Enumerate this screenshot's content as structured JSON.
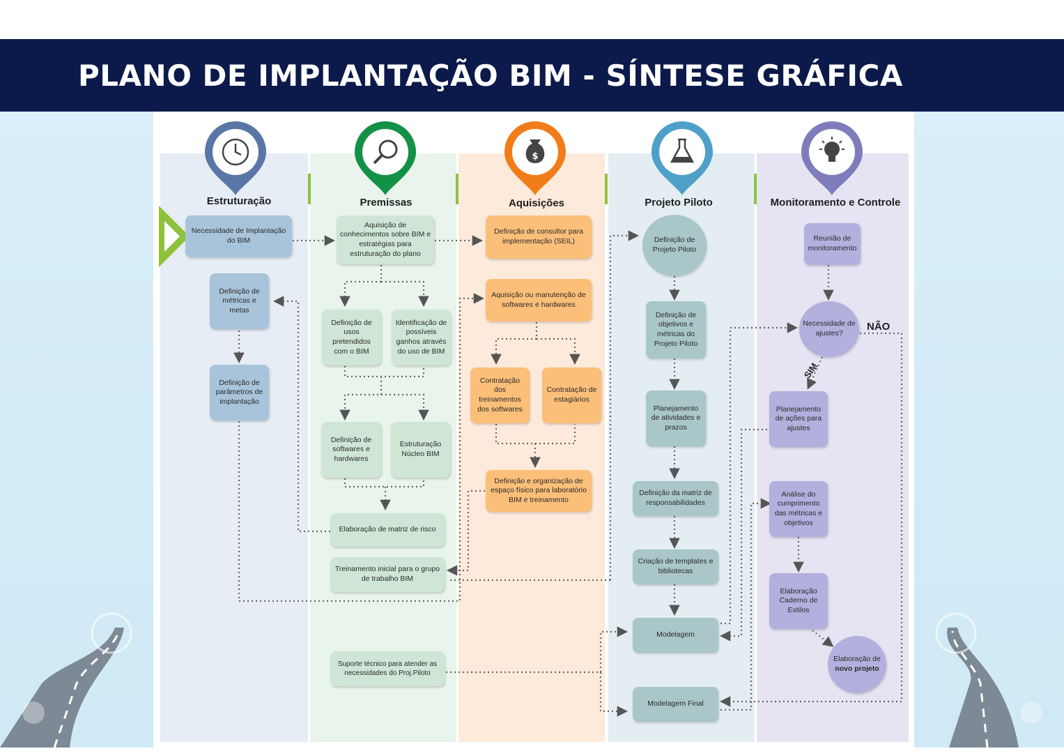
{
  "title": "PLANO DE IMPLANTAÇÃO BIM - SÍNTESE GRÁFICA",
  "colors": {
    "header": "#0b1a4a",
    "estruturacao": "#5a76a6",
    "premissas": "#139147",
    "aquisicoes": "#f07d1a",
    "projeto_piloto": "#4fa0c9",
    "monitoramento": "#7f7cbb",
    "start_arrow": "#8fc23c"
  },
  "lanes": [
    {
      "name": "Estruturação",
      "icon": "clock-icon"
    },
    {
      "name": "Premissas",
      "icon": "magnifier-icon"
    },
    {
      "name": "Aquisições",
      "icon": "money-bag-icon"
    },
    {
      "name": "Projeto Piloto",
      "icon": "flask-icon"
    },
    {
      "name": "Monitoramento e Controle",
      "icon": "lightbulb-icon"
    }
  ],
  "nodes": {
    "e1": "Necessidade de Implantação do BIM",
    "e2": "Definição de métricas e metas",
    "e3": "Definição de parâmetros de implantação",
    "p1": "Aquisição de conhecimentos sobre BIM e estratégias para estruturação do plano",
    "p2": "Definição de usos pretendidos com o BIM",
    "p3": "Identificação de possíveis ganhos através do uso de BIM",
    "p4": "Definição de softwares e hardwares",
    "p5": "Estruturação Núcleo BIM",
    "p6": "Elaboração de matriz de risco",
    "p7": "Treinamento inicial para o grupo de trabalho BIM",
    "p8": "Suporte técnico para atender as necessidades do Proj.Piloto",
    "a1": "Definição de consultor para implementação (SEIL)",
    "a2": "Aquisição ou manutenção de softwares e hardwares",
    "a3": "Contratação dos treinamentos dos softwares",
    "a4": "Contratação de estagiários",
    "a5": "Definição e organização de espaço físico para laboratório BIM e treinamento",
    "pp1": "Definição de Projeto Piloto",
    "pp2": "Definição de objetivos e métricas do Projeto Piloto",
    "pp3": "Planejamento de atividades e prazos",
    "pp4": "Definição da matriz de responsabilidades",
    "pp5": "Criação de templates e bibliotecas",
    "pp6": "Modelagem",
    "pp7": "Modelagem Final",
    "m1": "Reunião de monitoramento",
    "m2": "Necessidade de ajustes?",
    "m3": "Planejamento de ações para ajustes",
    "m4": "Análise do cumprimento das métricas e objetivos",
    "m5": "Elaboração Caderno de Estilos",
    "m6a": "Elaboração de",
    "m6b": "novo projeto"
  },
  "labels": {
    "sim": "SIM",
    "nao": "NÃO"
  }
}
